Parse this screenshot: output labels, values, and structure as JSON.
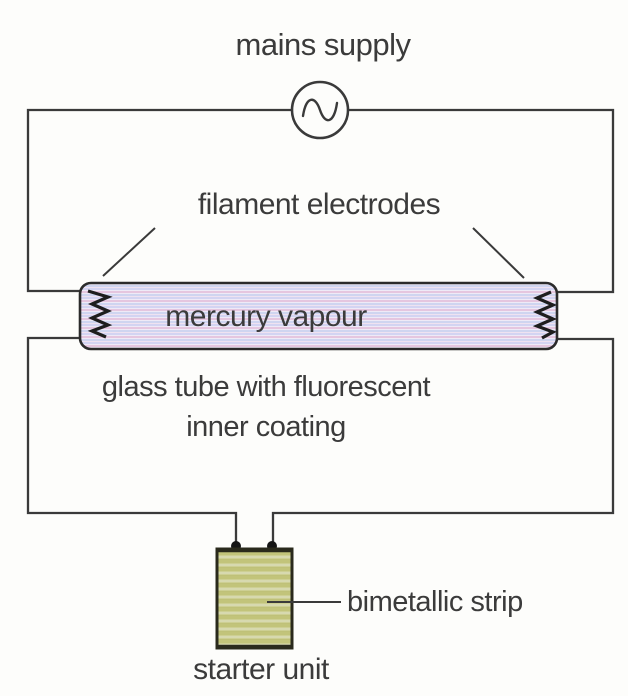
{
  "labels": {
    "mains_supply": "mains supply",
    "filament_electrodes": "filament electrodes",
    "mercury_vapour": "mercury vapour",
    "glass_tube_line1": "glass tube with fluorescent",
    "glass_tube_line2": "inner coating",
    "bimetallic_strip": "bimetallic strip",
    "starter_unit": "starter unit"
  },
  "icons": {
    "ac_source": "ac-supply-symbol",
    "filament_left": "filament-zigzag",
    "filament_right": "filament-zigzag"
  },
  "colors": {
    "wire": "#3a3a3a",
    "text": "#3b3b3b",
    "tube_border": "#2b2b2b",
    "tube_stripe_a": "#d3d4f2",
    "tube_stripe_b": "#efe2f1",
    "tube_stripe_c": "#e5c6df",
    "tube_stripe_d": "#cfd5f0",
    "starter_border": "#2a2a1c",
    "starter_stripe_a": "#c2c47a",
    "starter_stripe_b": "#d7d9af",
    "terminal": "#151515",
    "background": "#fdfdfb"
  }
}
